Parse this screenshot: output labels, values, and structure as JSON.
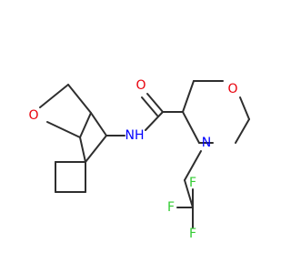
{
  "molecule": {
    "atom_labels": {
      "ring_oxygen": "O",
      "carbonyl_oxygen": "O",
      "morpholine_oxygen": "O",
      "amide_nh": "NH",
      "morpholine_nitrogen": "N",
      "fluorine_top": "F",
      "fluorine_left": "F",
      "fluorine_right": "F"
    },
    "colors": {
      "bond": "#2e2e2e",
      "oxygen": "#e8000b",
      "nitrogen": "#0000ff",
      "fluorine": "#33cc33",
      "background": "#ffffff"
    }
  }
}
